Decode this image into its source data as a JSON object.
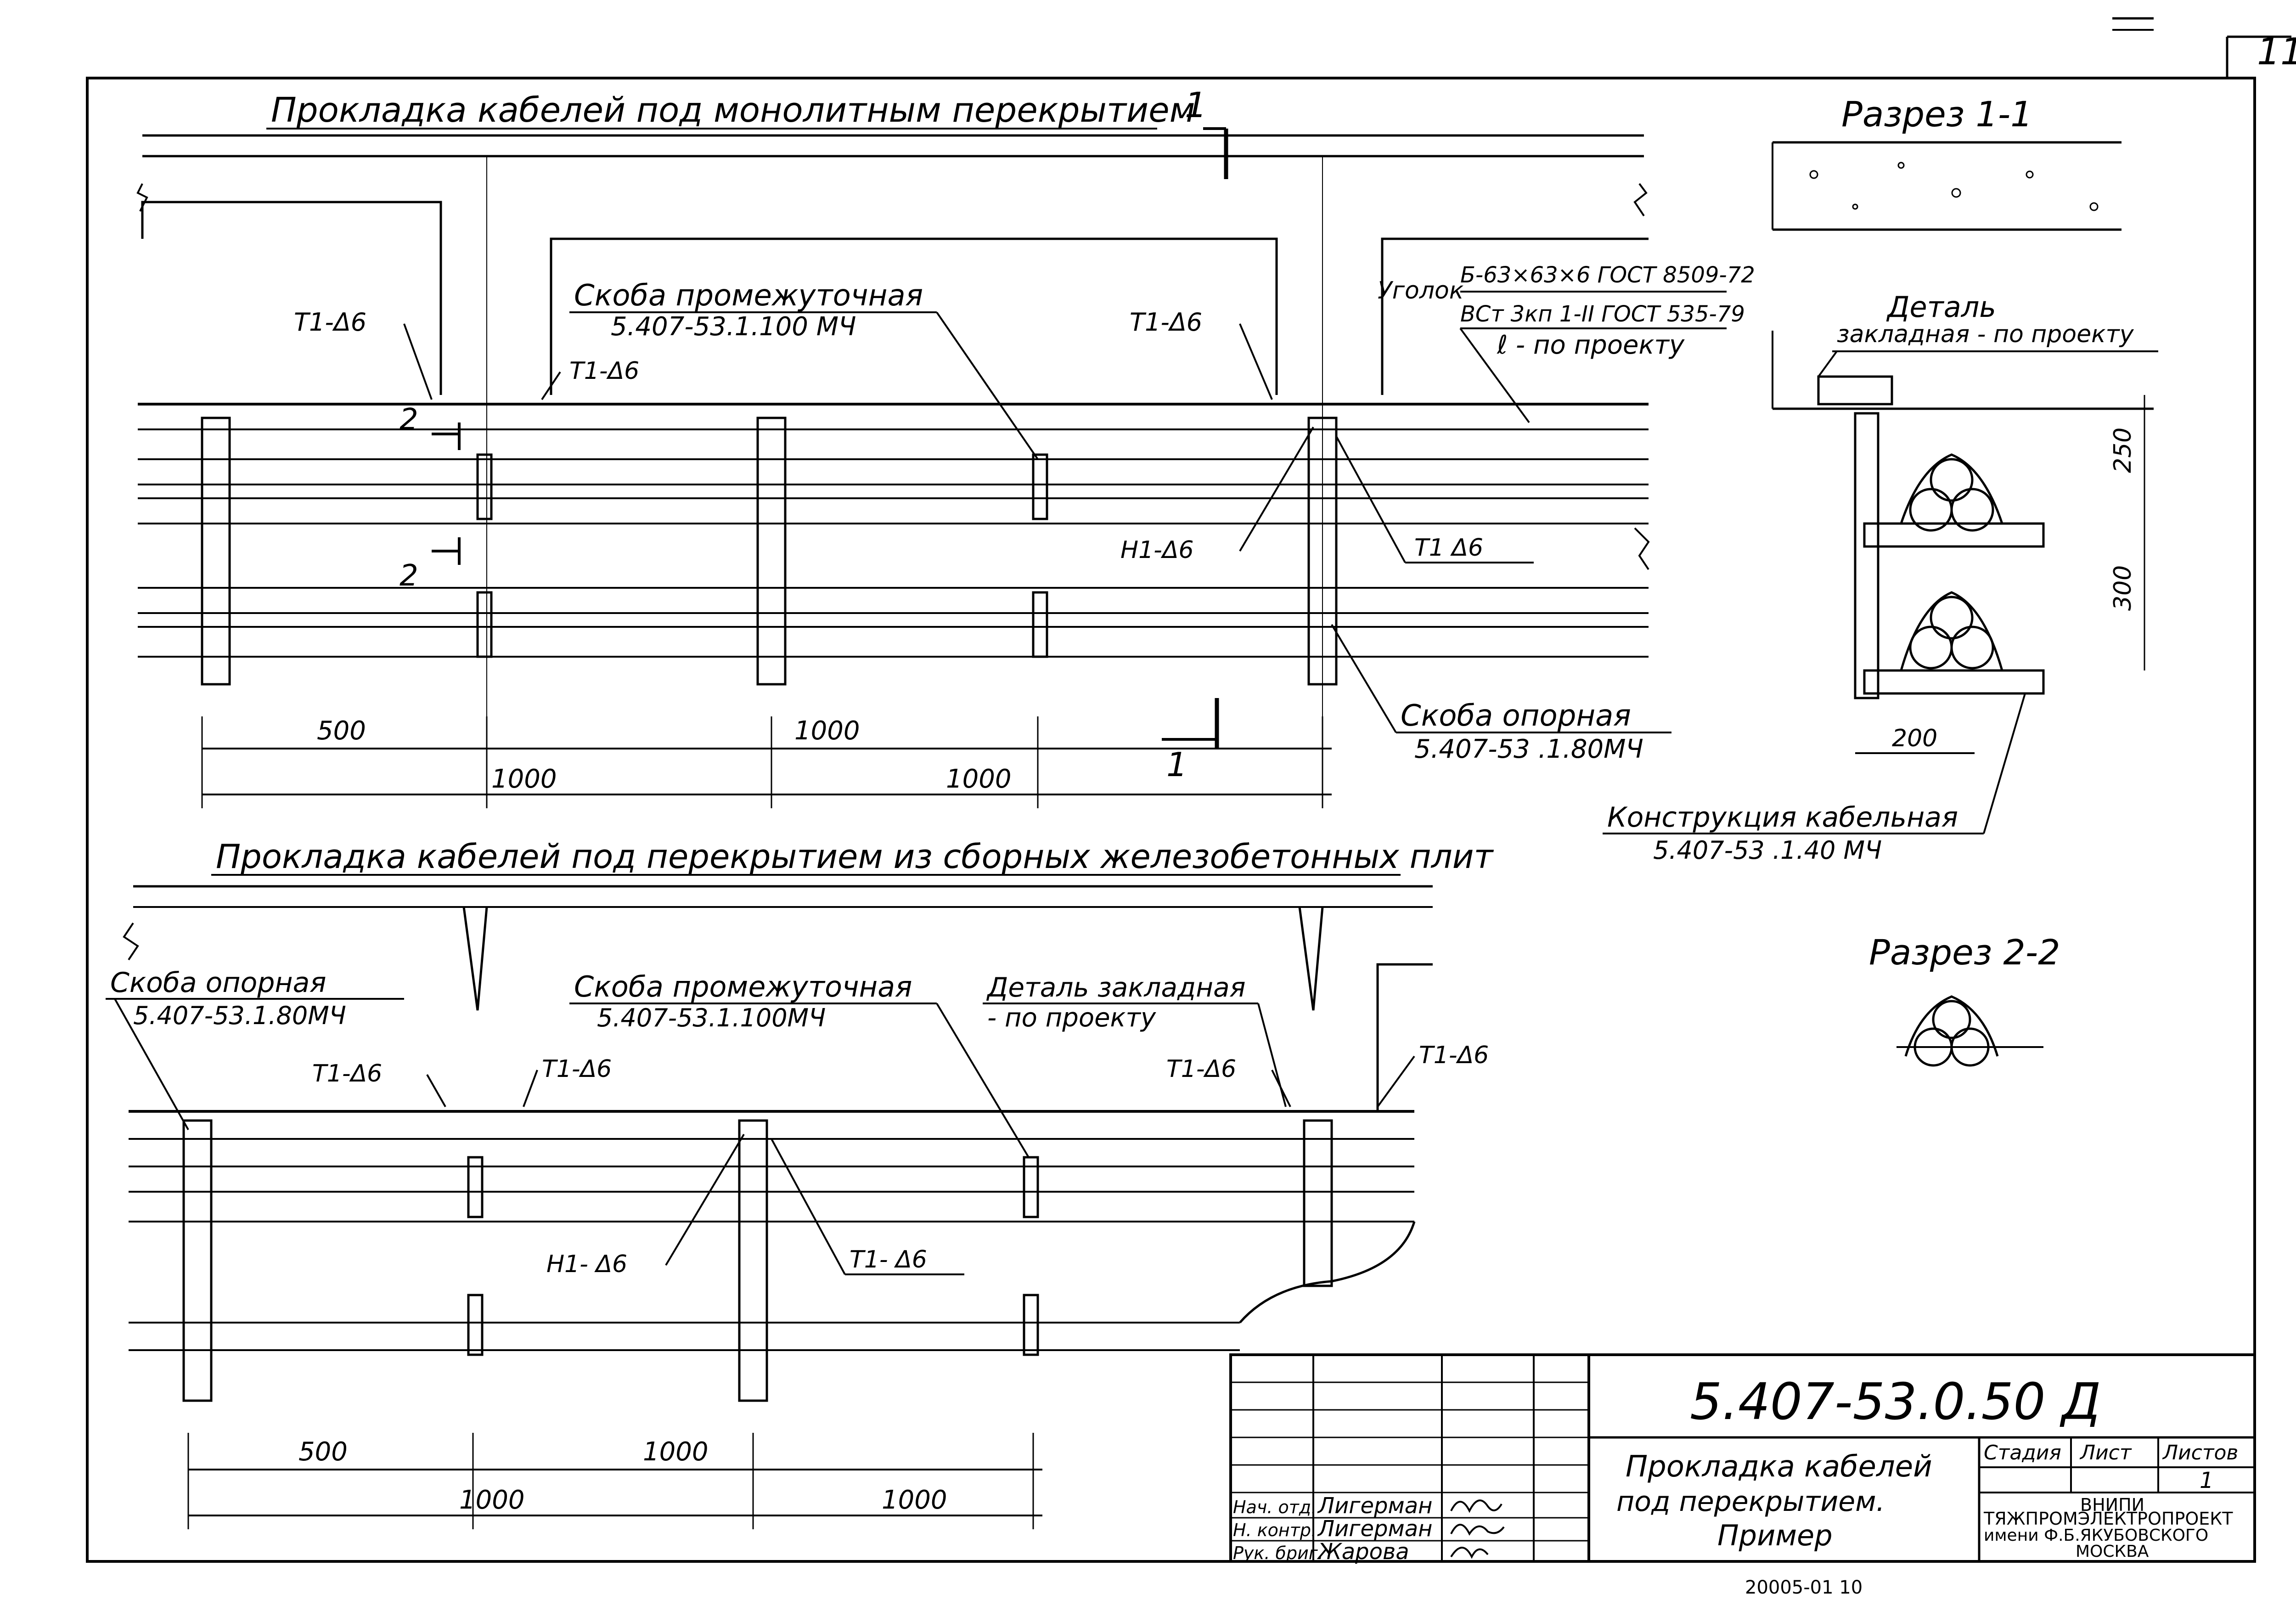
{
  "sheet_number": "11",
  "top_section": {
    "title": "Прокладка  кабелей  под монолитным перекрытием",
    "section_marker_1": "1",
    "section_marker_2": "2",
    "label_scoba_int_1": "Скоба  промежуточная",
    "label_scoba_int_2": "5.407-53.1.100 МЧ",
    "label_ugolok_1": "Уголок",
    "label_ugolok_2": "Б-63×63×6 ГОСТ 8509-72",
    "label_ugolok_3": "ВСт 3кп 1-II ГОСТ 535-79",
    "label_ugolok_4": "ℓ - по проекту",
    "weld_t1_left": "Т1-Δ6",
    "weld_t1_left2": "Т1-Δ6",
    "weld_t1_right": "Т1-Δ6",
    "weld_h1": "Н1-Δ6",
    "weld_t1_low": "Т1 Δ6",
    "label_scoba_sup_1": "Скоба  опорная",
    "label_scoba_sup_2": "5.407-53 .1.80МЧ",
    "dim_500": "500",
    "dim_1000_a": "1000",
    "dim_1000_b": "1000",
    "dim_1000_c": "1000"
  },
  "section_1_1": {
    "title": "Разрез 1-1",
    "label_detail_1": "Деталь",
    "label_detail_2": "закладная - по проекту",
    "dim_250": "250",
    "dim_300": "300",
    "dim_200": "200",
    "label_constr_1": "Конструкция  кабельная",
    "label_constr_2": "5.407-53 .1.40 МЧ"
  },
  "section_2_2": {
    "title": "Разрез  2-2"
  },
  "bottom_section": {
    "title": "Прокладка  кабелей  под  перекрытием  из  сборных  железобетонных плит",
    "label_scoba_sup_1": "Скоба  опорная",
    "label_scoba_sup_2": "5.407-53.1.80МЧ",
    "label_scoba_int_1": "Скоба  промежуточная",
    "label_scoba_int_2": "5.407-53.1.100МЧ",
    "label_detail_1": "Деталь закладная",
    "label_detail_2": "- по проекту",
    "weld_t1_a": "Т1-Δ6",
    "weld_t1_b": "Т1-Δ6",
    "weld_t1_c": "Т1-Δ6",
    "weld_t1_d": "Т1-Δ6",
    "weld_h1": "Н1- Δ6",
    "weld_t1_e": "Т1- Δ6",
    "dim_500": "500",
    "dim_1000_a": "1000",
    "dim_1000_b": "1000",
    "dim_1000_c": "1000"
  },
  "title_block": {
    "doc_code": "5.407-53.0.50 Д",
    "name_1": "Прокладка  кабелей",
    "name_2": "под  перекрытием.",
    "name_3": "Пример",
    "col_stage": "Стадия",
    "col_sheet": "Лист",
    "col_sheets": "Листов",
    "sheets_value": "1",
    "org_1": "ВНИПИ",
    "org_2": "ТЯЖПРОМЭЛЕКТРОПРОЕКТ",
    "org_3": "имени Ф.Б.ЯКУБОВСКОГО",
    "org_4": "МОСКВА",
    "role_1": "Нач. отд.",
    "role_2": "Н. контр.",
    "role_3": "Рук. бриг.",
    "person_1": "Лигерман",
    "person_2": "Лигерман",
    "person_3": "Жарова"
  },
  "footer_note": "20005-01   10"
}
